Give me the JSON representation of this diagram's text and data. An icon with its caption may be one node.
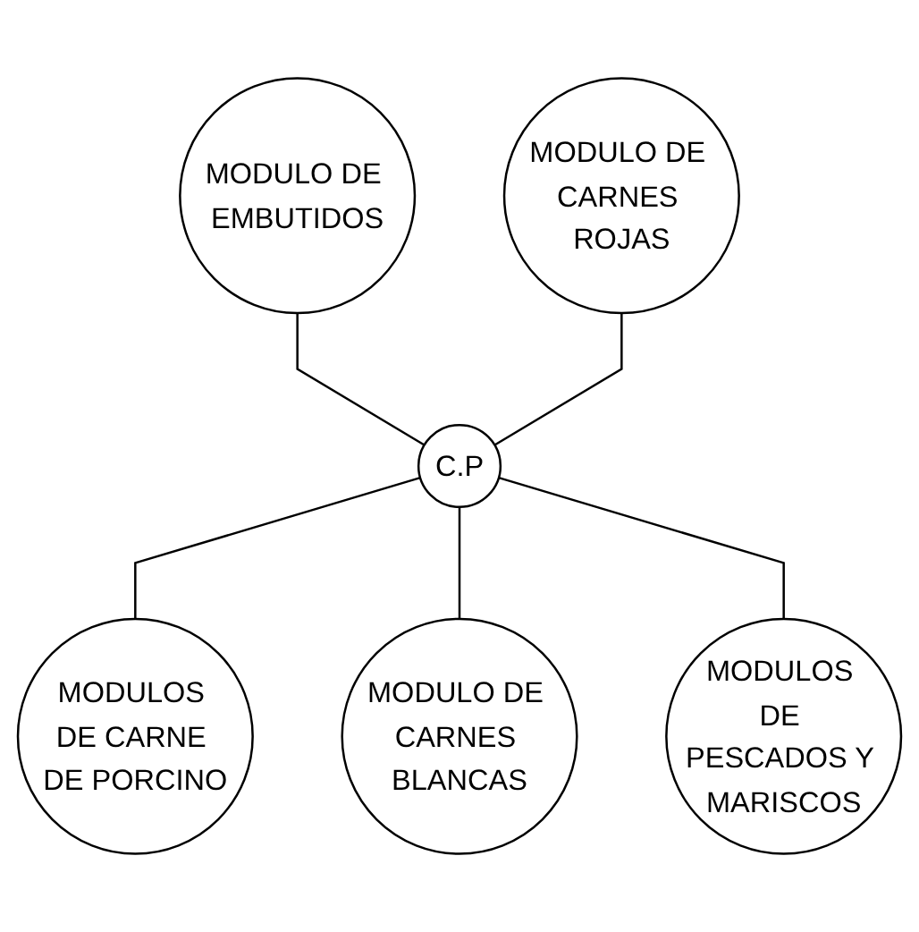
{
  "diagram": {
    "nodes": [
      {
        "text": [
          "MODULO DE EMBUTIDOS"
        ]
      },
      {
        "text": [
          "MODULO DE CARNES ROJAS"
        ]
      },
      {
        "text": [
          "C.P"
        ]
      },
      {
        "text": [
          "MODULOS DE CARNE DE PORCINO"
        ]
      },
      {
        "text": [
          "MODULO DE CARNES BLANCAS"
        ]
      },
      {
        "text": [
          "MODULOS DE PESCADOS Y MARISCOS"
        ]
      }
    ],
    "edges": [
      {
        "from": 0,
        "to": 2,
        "arrow": "none"
      },
      {
        "from": 1,
        "to": 2,
        "arrow": "none"
      },
      {
        "from": 2,
        "to": 3,
        "arrow": "none"
      },
      {
        "from": 2,
        "to": 4,
        "arrow": "none"
      },
      {
        "from": 2,
        "to": 5,
        "arrow": "none"
      }
    ]
  }
}
